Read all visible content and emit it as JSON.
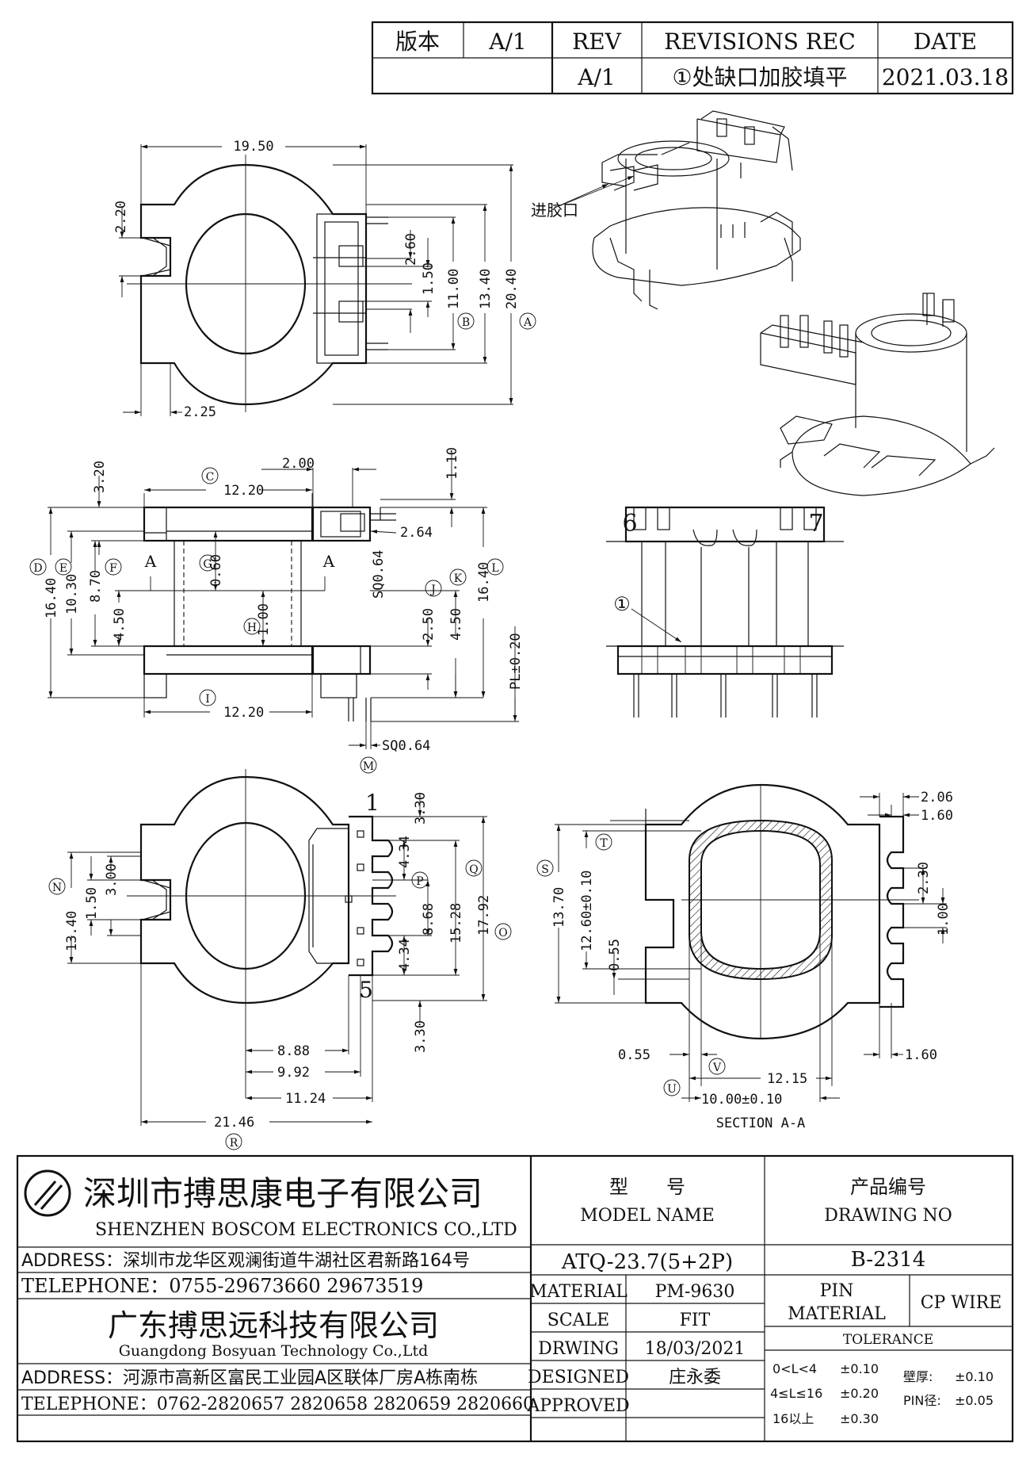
{
  "revision_table": {
    "version_label": "版本",
    "version_value": "A/1",
    "rev_label": "REV",
    "revisions_label": "REVISIONS REC",
    "date_label": "DATE",
    "row_rev": "A/1",
    "row_desc": "①处缺口加胶填平",
    "row_date": "2021.03.18"
  },
  "top_view": {
    "dims": {
      "w1950": "19.50",
      "h220": "2.20",
      "h260": "2.60",
      "h150": "1.50",
      "h1100": "11.00",
      "h1340": "13.40",
      "h2040": "20.40",
      "w225": "2.25"
    },
    "circles": {
      "B": "B",
      "A": "A"
    }
  },
  "iso": {
    "gate_label": "进胶口"
  },
  "side_view": {
    "dims": {
      "h320": "3.20",
      "w1220t": "12.20",
      "w200": "2.00",
      "h110": "1.10",
      "w264": "2.64",
      "sq064a": "SQ0.64",
      "h060": "0.60",
      "h100": "1.00",
      "h1640l": "16.40",
      "h1030": "10.30",
      "h870": "8.70",
      "h450l": "4.50",
      "h250": "2.50",
      "h450r": "4.50",
      "h1640r": "16.40",
      "pl": "PL±0.20",
      "w1220b": "12.20",
      "sq064b": "SQ0.64"
    },
    "circles": {
      "C": "C",
      "D": "D",
      "E": "E",
      "F": "F",
      "G": "G",
      "H": "H",
      "I": "I",
      "J": "J",
      "K": "K",
      "L": "L",
      "M": "M"
    },
    "section_a_left": "A",
    "section_a_right": "A"
  },
  "front_view": {
    "pin6": "6",
    "pin7": "7",
    "note1": "①"
  },
  "bottom_view": {
    "pin1": "1",
    "pin5": "5",
    "dims": {
      "h330t": "3.30",
      "h434t": "4.34",
      "h868": "8.68",
      "h1528": "15.28",
      "h1792": "17.92",
      "h434b": "4.34",
      "h330b": "3.30",
      "h1340": "13.40",
      "h150": "1.50",
      "h300": "3.00",
      "w888": "8.88",
      "w992": "9.92",
      "w1124": "11.24",
      "w2146": "21.46"
    },
    "circles": {
      "N": "N",
      "P": "P",
      "Q": "Q",
      "O": "O",
      "R": "R"
    }
  },
  "section_view": {
    "title": "SECTION A-A",
    "dims": {
      "w206": "2.06",
      "w160t": "1.60",
      "h230": "2.30",
      "h100": "1.00",
      "h1370": "13.70",
      "h1260": "12.60±0.10",
      "h055": "0.55",
      "w055": "0.55",
      "w1215": "12.15",
      "w160b": "1.60",
      "w1000": "10.00±0.10"
    },
    "circles": {
      "S": "S",
      "T": "T",
      "U": "U",
      "V": "V"
    }
  },
  "title_block": {
    "company_cn": "深圳市搏思康电子有限公司",
    "company_en": "SHENZHEN BOSCOM ELECTRONICS CO.,LTD",
    "address1": "ADDRESS：深圳市龙华区观澜街道牛湖社区君新路164号",
    "telephone1": "TELEPHONE：0755-29673660 29673519",
    "company2_cn": "广东搏思远科技有限公司",
    "company2_en": "Guangdong Bosyuan Technology Co.,Ltd",
    "address2": "ADDRESS：河源市高新区富民工业园A区联体厂房A栋南栋",
    "telephone2": "TELEPHONE：0762-2820657 2820658 2820659 2820660",
    "model_cn": "型　　号",
    "model_en": "MODEL NAME",
    "model_value": "ATQ-23.7(5+2P)",
    "drawing_cn": "产品编号",
    "drawing_en": "DRAWING NO",
    "drawing_value": "B-2314",
    "material_label": "MATERIAL",
    "material_value": "PM-9630",
    "scale_label": "SCALE",
    "scale_value": "FIT",
    "drwing_label": "DRWING",
    "drwing_value": "18/03/2021",
    "designed_label": "DESIGNED",
    "designed_value": "庄永委",
    "approved_label": "APPROVED",
    "approved_value": "",
    "pin_material_label1": "PIN",
    "pin_material_label2": "MATERIAL",
    "pin_material_value": "CP WIRE",
    "tolerance_label": "TOLERANCE",
    "tol1": "0<L<4",
    "tol1v": "±0.10",
    "tol2": "4≤L≤16",
    "tol2v": "±0.20",
    "tol3": "16以上",
    "tol3v": "±0.30",
    "wall_label": "壁厚:",
    "wall_value": "±0.10",
    "pin_dia_label": "PIN径:",
    "pin_dia_value": "±0.05"
  }
}
